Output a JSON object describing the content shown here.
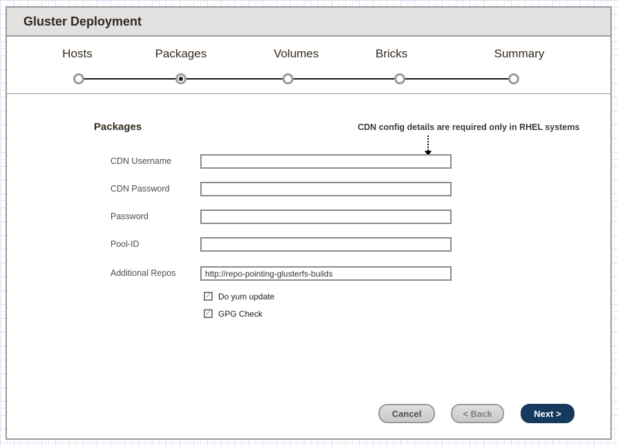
{
  "window": {
    "title": "Gluster Deployment"
  },
  "steps": {
    "items": [
      {
        "label": "Hosts",
        "state": "incomplete"
      },
      {
        "label": "Packages",
        "state": "current"
      },
      {
        "label": "Volumes",
        "state": "incomplete"
      },
      {
        "label": "Bricks",
        "state": "incomplete"
      },
      {
        "label": "Summary",
        "state": "incomplete"
      }
    ]
  },
  "content": {
    "heading": "Packages",
    "annotation": "CDN config details are required only in RHEL systems",
    "fields": [
      {
        "label": "CDN Username",
        "value": ""
      },
      {
        "label": "CDN Password",
        "value": ""
      },
      {
        "label": "Password",
        "value": ""
      },
      {
        "label": "Pool-ID",
        "value": ""
      },
      {
        "label": "Additional Repos",
        "value": "http://repo-pointing-glusterfs-builds"
      }
    ],
    "checkboxes": [
      {
        "label": "Do yum update",
        "checked": true,
        "glyph": "✓"
      },
      {
        "label": "GPG Check",
        "checked": true,
        "glyph": "✓"
      }
    ]
  },
  "footer": {
    "cancel_label": "Cancel",
    "back_label": "< Back",
    "next_label": "Next >"
  },
  "colors": {
    "titlebar_bg": "#e1e1e1",
    "dialog_border": "#9a9a9a",
    "heading_text": "#33281d",
    "next_button_bg": "#16395e",
    "grid_line": "#dcdcf2"
  }
}
